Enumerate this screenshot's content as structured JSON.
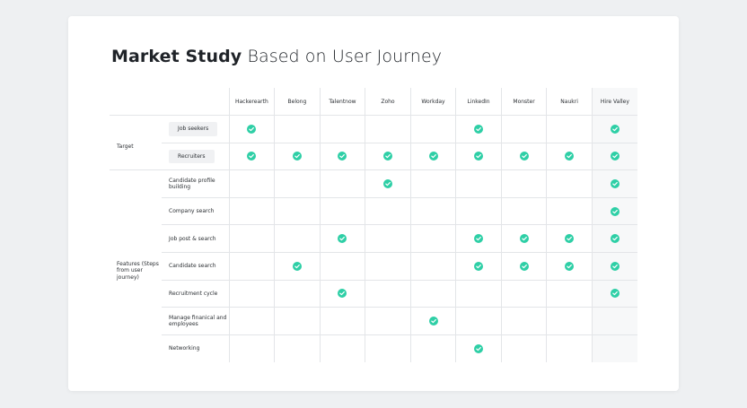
{
  "title": {
    "bold": "Market Study",
    "rest": "Based on User Journey"
  },
  "colors": {
    "check": "#2ecfa6",
    "accent_bg": "#f7f8f9"
  },
  "companies": [
    "Hackerearth",
    "Belong",
    "Talentnow",
    "Zoho",
    "Workday",
    "LinkedIn",
    "Monster",
    "Naukri",
    "Hire Valley"
  ],
  "sections": {
    "target": "Target",
    "features": "Features (Steps from user journey)"
  },
  "rows": [
    {
      "label": "Job seekers",
      "section": "target",
      "chip": true,
      "marks": [
        true,
        false,
        false,
        false,
        false,
        true,
        false,
        false,
        true
      ]
    },
    {
      "label": "Recruiters",
      "section": "target",
      "chip": true,
      "marks": [
        true,
        true,
        true,
        true,
        true,
        true,
        true,
        true,
        true
      ]
    },
    {
      "label": "Candidate profile building",
      "section": "features",
      "chip": false,
      "marks": [
        false,
        false,
        false,
        true,
        false,
        false,
        false,
        false,
        true
      ]
    },
    {
      "label": "Company search",
      "section": "features",
      "chip": false,
      "marks": [
        false,
        false,
        false,
        false,
        false,
        false,
        false,
        false,
        true
      ]
    },
    {
      "label": "Job post & search",
      "section": "features",
      "chip": false,
      "marks": [
        false,
        false,
        true,
        false,
        false,
        true,
        true,
        true,
        true
      ]
    },
    {
      "label": "Candidate search",
      "section": "features",
      "chip": false,
      "marks": [
        false,
        true,
        false,
        false,
        false,
        true,
        true,
        true,
        true
      ]
    },
    {
      "label": "Recruitment cycle",
      "section": "features",
      "chip": false,
      "marks": [
        false,
        false,
        true,
        false,
        false,
        false,
        false,
        false,
        true
      ]
    },
    {
      "label": "Manage finanical and employees",
      "section": "features",
      "chip": false,
      "marks": [
        false,
        false,
        false,
        false,
        true,
        false,
        false,
        false,
        false
      ]
    },
    {
      "label": "Networking",
      "section": "features",
      "chip": false,
      "marks": [
        false,
        false,
        false,
        false,
        false,
        true,
        false,
        false,
        false
      ]
    }
  ]
}
